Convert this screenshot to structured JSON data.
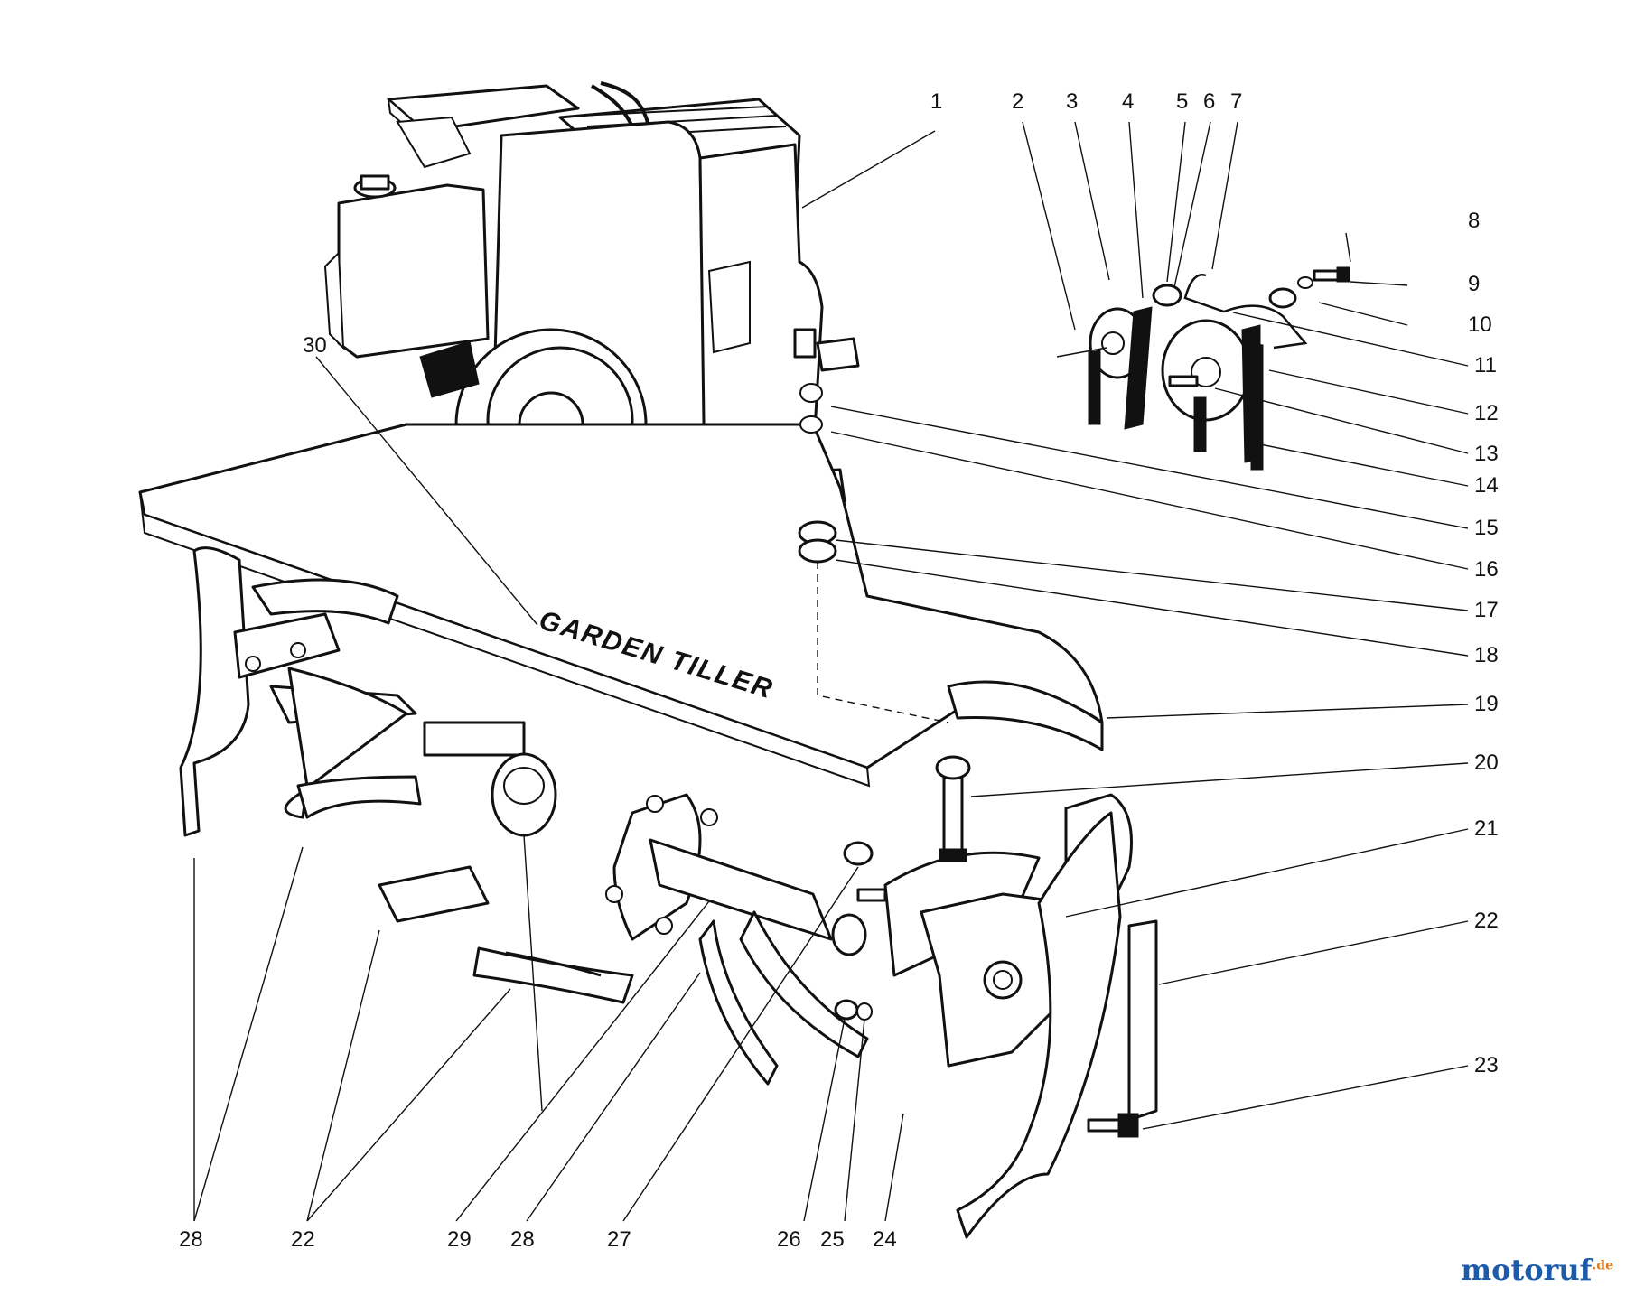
{
  "diagram": {
    "shroud_label": "GARDEN TILLER",
    "callouts": [
      "1",
      "2",
      "3",
      "4",
      "5",
      "6",
      "7",
      "8",
      "9",
      "10",
      "11",
      "12",
      "13",
      "14",
      "15",
      "16",
      "17",
      "18",
      "19",
      "20",
      "21",
      "22",
      "23",
      "24",
      "25",
      "26",
      "27",
      "28",
      "29",
      "30",
      "28",
      "22"
    ]
  },
  "watermark": {
    "brand": "motoruf",
    "suffix": ".de"
  }
}
